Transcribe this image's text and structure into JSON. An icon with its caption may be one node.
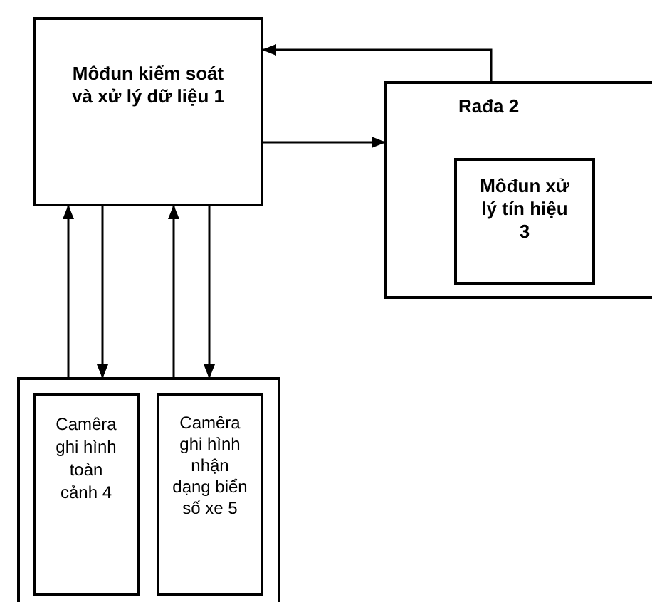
{
  "diagram": {
    "nodes": [
      {
        "text": [
          "Môđun kiểm soát và xử lý dữ liệu 1"
        ]
      },
      {
        "text": [
          "Rađa 2"
        ]
      },
      {
        "text": [
          "Môđun xử lý tín hiệu 3"
        ],
        "in": 1
      },
      {
        "text": [],
        "shape": "box"
      },
      {
        "text": [
          "Camêra ghi hình toàn cảnh 4"
        ],
        "in": 3
      },
      {
        "text": [
          "Camêra ghi hình nhận dạng biển số xe 5"
        ],
        "in": 3
      }
    ],
    "edges": [
      {
        "from": 1,
        "to": 0,
        "arrow": "to"
      },
      {
        "from": 0,
        "to": 1,
        "arrow": "to"
      },
      {
        "from": 3,
        "to": 0,
        "arrow": "to"
      },
      {
        "from": 0,
        "to": 3,
        "arrow": "to"
      },
      {
        "from": 3,
        "to": 0,
        "arrow": "to"
      },
      {
        "from": 0,
        "to": 3,
        "arrow": "to"
      }
    ]
  }
}
